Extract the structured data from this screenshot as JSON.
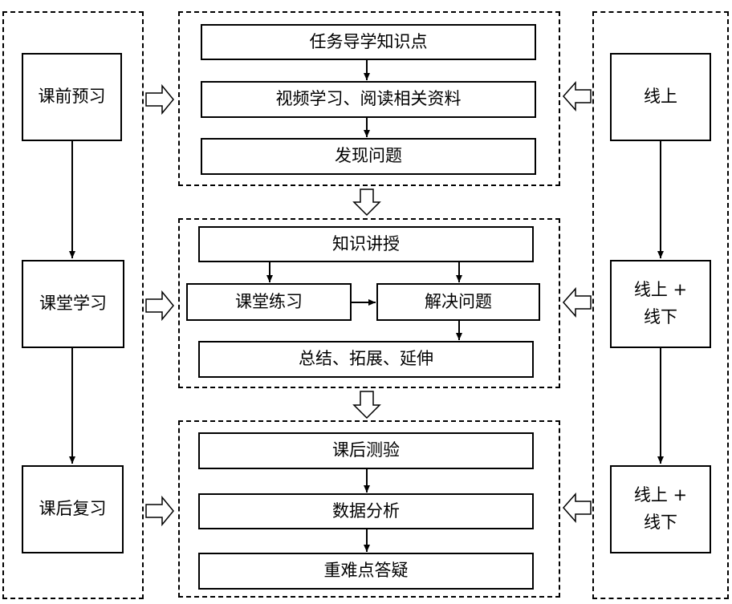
{
  "left": {
    "stages": [
      "课前预习",
      "课堂学习",
      "课后复习"
    ]
  },
  "pre_class": {
    "steps": [
      "任务导学知识点",
      "视频学习、阅读相关资料",
      "发现问题"
    ]
  },
  "in_class": {
    "top": "知识讲授",
    "practice": "课堂练习",
    "solve": "解决问题",
    "summary": "总结、拓展、延伸"
  },
  "post_class": {
    "steps": [
      "课后测验",
      "数据分析",
      "重难点答疑"
    ]
  },
  "right": {
    "modes": [
      "线上",
      "线上 +\n线下",
      "线上 +\n线下"
    ]
  }
}
